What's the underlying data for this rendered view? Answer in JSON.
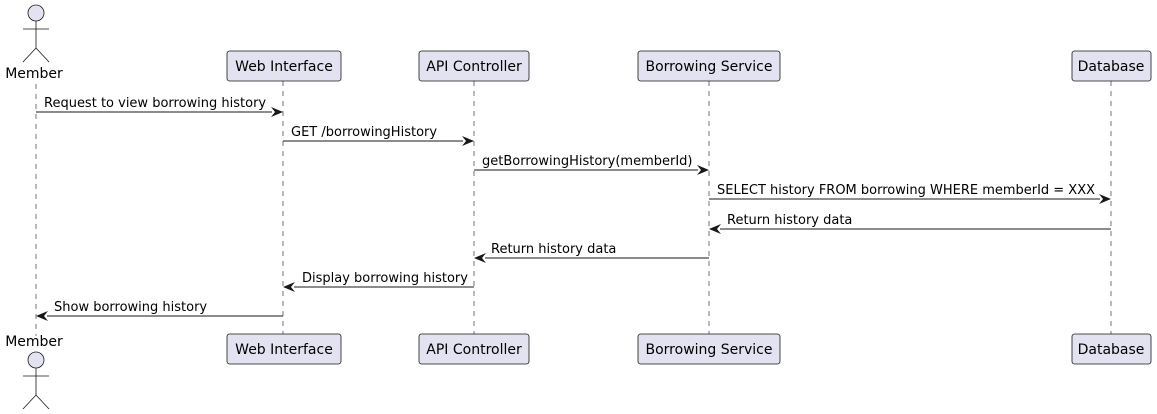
{
  "diagram": {
    "type": "sequence",
    "participants": [
      {
        "id": "member",
        "label": "Member",
        "kind": "actor"
      },
      {
        "id": "web",
        "label": "Web Interface",
        "kind": "participant"
      },
      {
        "id": "api",
        "label": "API Controller",
        "kind": "participant"
      },
      {
        "id": "svc",
        "label": "Borrowing Service",
        "kind": "participant"
      },
      {
        "id": "db",
        "label": "Database",
        "kind": "participant"
      }
    ],
    "messages": [
      {
        "from": "member",
        "to": "web",
        "label": "Request to view borrowing history"
      },
      {
        "from": "web",
        "to": "api",
        "label": "GET /borrowingHistory"
      },
      {
        "from": "api",
        "to": "svc",
        "label": "getBorrowingHistory(memberId)"
      },
      {
        "from": "svc",
        "to": "db",
        "label": "SELECT history FROM borrowing WHERE memberId = XXX"
      },
      {
        "from": "db",
        "to": "svc",
        "label": "Return history data"
      },
      {
        "from": "svc",
        "to": "api",
        "label": "Return history data"
      },
      {
        "from": "api",
        "to": "web",
        "label": "Display borrowing history"
      },
      {
        "from": "web",
        "to": "member",
        "label": "Show borrowing history"
      }
    ]
  }
}
